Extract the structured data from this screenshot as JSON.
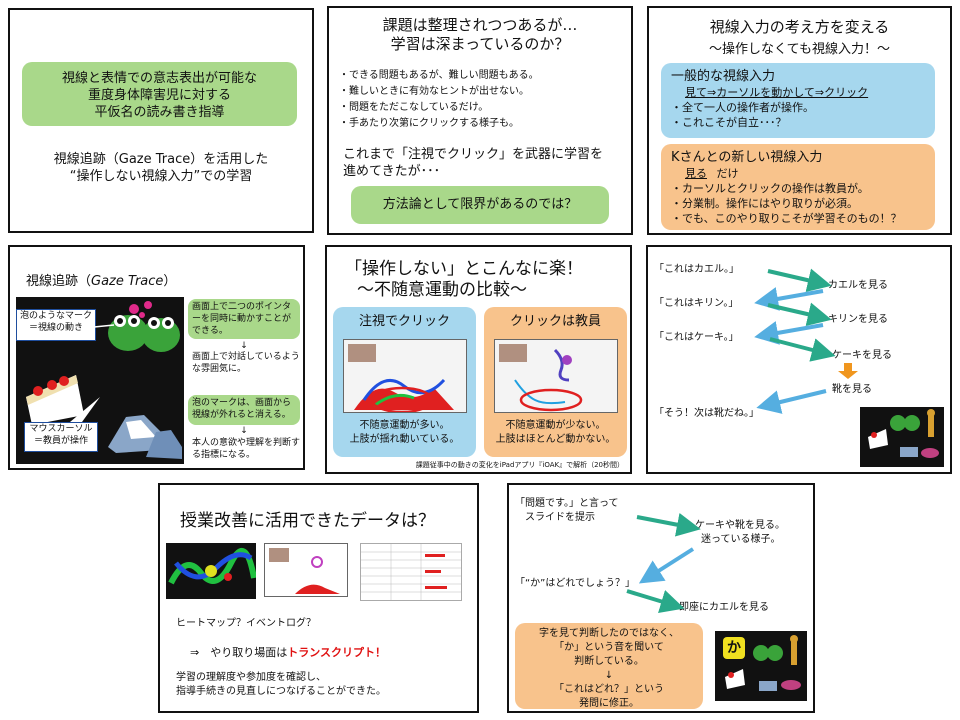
{
  "s1": {
    "box_line1": "視線と表情での意志表出が可能な",
    "box_line2": "重度身体障害児に対する",
    "box_line3": "平仮名の読み書き指導",
    "sub_line1": "視線追跡（Gaze Trace）を活用した",
    "sub_line2": "“操作しない視線入力”での学習"
  },
  "s2": {
    "title1": "課題は整理されつつあるが…",
    "title2": "学習は深まっているのか？",
    "bullets": [
      "・できる問題もあるが、難しい問題もある。",
      "・難しいときに有効なヒントが出せない。",
      "・問題をただこなしているだけ。",
      "・手あたり次第にクリックする様子も。"
    ],
    "text1": "これまで「注視でクリック」を武器に学習を",
    "text2": "進めてきたが･･･",
    "box": "方法論として限界があるのでは？"
  },
  "s3": {
    "title": "視線入力の考え方を変える",
    "subtitle": "～操作しなくても視線入力！～",
    "blue_title": "一般的な視線入力",
    "blue_flow": "見て⇒カーソルを動かして⇒クリック",
    "blue_bullets": [
      "・全て一人の操作者が操作。",
      "・これこそが自立･･･？"
    ],
    "orange_title": "Kさんとの新しい視線入力",
    "orange_see": "見る",
    "orange_only": "だけ",
    "orange_bullets": [
      "・カーソルとクリックの操作は教員が。",
      "・分業制。操作にはやり取りが必須。",
      "・でも、このやり取りこそが学習そのもの！？"
    ]
  },
  "s4": {
    "title": "視線追跡（",
    "title_em": "Gaze Trace",
    "title_end": "）",
    "callout1_line1": "泡のようなマーク",
    "callout1_line2": "＝視線の動き",
    "callout2_line1": "マウスカーソル",
    "callout2_line2": "＝教員が操作",
    "box1": "画面上で二つのポインターを同時に動かすことができる。",
    "arrow": "↓",
    "text1": "画面上で対話しているような雰囲気に。",
    "box2": "泡のマークは、画面から視線が外れると消える。",
    "text2": "本人の意欲や理解を判断する指標になる。"
  },
  "s5": {
    "title1": "「操作しない」とこんなに楽！",
    "title2": "～不随意運動の比較～",
    "left_title": "注視でクリック",
    "left_text1": "不随意運動が多い。",
    "left_text2": "上肢が揺れ動いている。",
    "right_title": "クリックは教員",
    "right_text1": "不随意運動が少ない。",
    "right_text2": "上肢はほとんど動かない。",
    "caption": "課題従事中の動きの変化をiPadアプリ『iOAK』で解析（20秒間）"
  },
  "s6": {
    "lines": [
      "「これはカエル。」",
      "「これはキリン。」",
      "「これはケーキ。」"
    ],
    "answers": [
      "カエルを見る",
      "キリンを見る",
      "ケーキを見る",
      "靴を見る"
    ],
    "final": "「そう！次は靴だね。」"
  },
  "s7": {
    "title": "授業改善に活用できたデータは？",
    "q": "ヒートマップ？イベントログ？",
    "arrow_text": "⇒　やり取り場面は",
    "highlight": "トランスクリプト！",
    "text1": "学習の理解度や参加度を確認し、",
    "text2": "指導手続きの見直しにつなげることができた。"
  },
  "s8": {
    "l1": "「問題です。」と言って",
    "l2": "スライドを提示",
    "a1": "ケーキや靴を見る。",
    "a2": "迷っている様子。",
    "q": "「“か”はどれでしょう？」",
    "a3": "即座にカエルを見る",
    "box1": "字を見て判断したのではなく、",
    "box2": "「か」という音を聞いて",
    "box3": "判断している。",
    "box_arrow": "↓",
    "box4": "「これはどれ？」という",
    "box5": "発問に修正。",
    "kana": "か"
  },
  "colors": {
    "green": "#a9d88a",
    "blue": "#a6d7ee",
    "orange": "#f8c38c",
    "arrow_teal": "#2aa98a",
    "arrow_blue": "#55aee0",
    "arrow_orange": "#f0961e",
    "red": "#e01010"
  }
}
